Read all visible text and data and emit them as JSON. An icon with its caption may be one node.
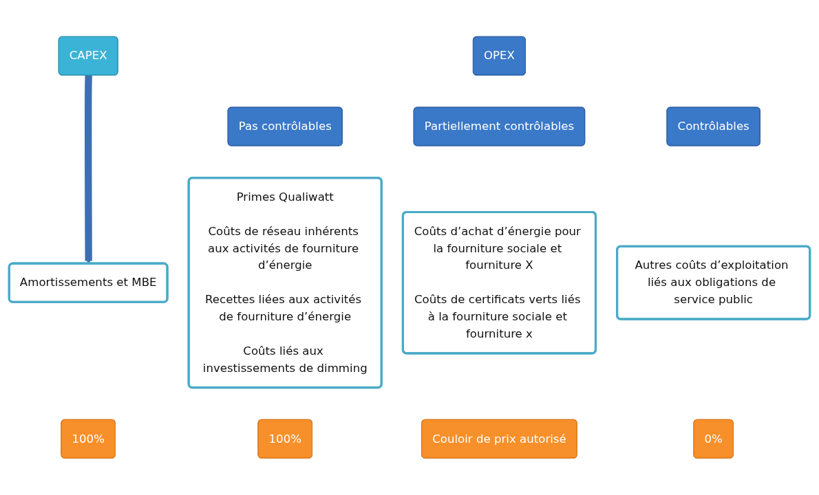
{
  "diagram": {
    "nodes": [
      {
        "text": [
          "CAPEX"
        ]
      },
      {
        "text": [
          "OPEX"
        ]
      },
      {
        "text": [
          "Pas contrôlables"
        ]
      },
      {
        "text": [
          "Partiellement contrôlables"
        ]
      },
      {
        "text": [
          "Contrôlables"
        ]
      },
      {
        "text": [
          "Amortissements et MBE"
        ]
      },
      {
        "text": [
          "Primes Qualiwatt",
          "Coûts de réseau inhérents aux activités de fourniture d’énergie",
          "Recettes liées aux activités de fourniture d’énergie",
          "Coûts liés aux investissements de dimming"
        ]
      },
      {
        "text": [
          "Coûts d’achat d’énergie pour la fourniture sociale et fourniture X",
          "Coûts de certificats verts liés à la fourniture sociale et fourniture x"
        ]
      },
      {
        "text": [
          "Autres coûts d’exploitation liés aux obligations de service public"
        ]
      },
      {
        "text": [
          "100%"
        ]
      },
      {
        "text": [
          "100%"
        ]
      },
      {
        "text": [
          "Couloir de prix autorisé"
        ]
      },
      {
        "text": [
          "0%"
        ]
      }
    ],
    "edges": [
      {
        "from": 0,
        "to": 5,
        "arrow": "to"
      }
    ]
  }
}
